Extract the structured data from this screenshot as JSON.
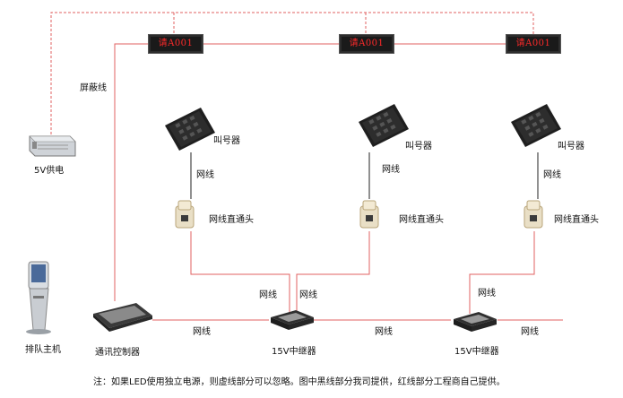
{
  "display_text": "请A001",
  "labels": {
    "shield_wire": "屏蔽线",
    "power": "5V供电",
    "pager": "叫号器",
    "net": "网线",
    "coupler": "网线直通头",
    "host": "排队主机",
    "controller": "通讯控制器",
    "repeater": "15V中继器"
  },
  "note": "注：如果LED使用独立电源，则虚线部分可以忽略。图中黑线部分我司提供，红线部分工程商自己提供。",
  "colors": {
    "red_wire": "#e05050",
    "dashed_wire": "#e05050",
    "device_dark": "#2a2a2a"
  }
}
